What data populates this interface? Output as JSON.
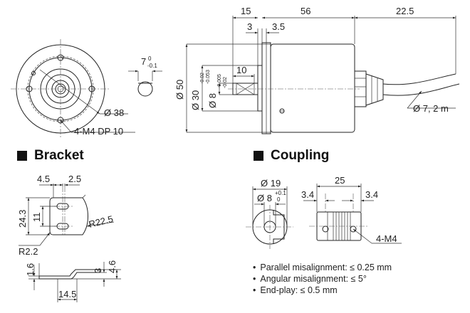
{
  "sections": {
    "bracket": "Bracket",
    "coupling": "Coupling"
  },
  "encoder_front": {
    "dia_38": "Ø 38",
    "mount_holes": "4-M4 DP 10"
  },
  "shaft_end": {
    "dim_7": "7",
    "tol_upper": "0",
    "tol_lower": "-0.1"
  },
  "encoder_side": {
    "dim_15": "15",
    "dim_56": "56",
    "dim_22_5": "22.5",
    "dim_3": "3",
    "dim_3_5": "3.5",
    "dim_10": "10",
    "dia_50": "Ø 50",
    "dia_30": "Ø 30",
    "dia_30_tol_upper": "-0.02",
    "dia_30_tol_lower": "-0.053",
    "dia_8": "Ø 8",
    "dia_8_tol_upper": "-0.005",
    "dia_8_tol_lower": "-0.02",
    "cable_dia": "Ø 7, 2 m"
  },
  "bracket_drawing": {
    "dim_4_5": "4.5",
    "dim_2_5": "2.5",
    "dim_24_3": "24.3",
    "dim_11": "11",
    "r22_5": "R22.5",
    "r2_2": "R2.2",
    "dim_1_6": "1.6",
    "dim_3": "3",
    "dim_4_6": "4.6",
    "dim_14_5": "14.5"
  },
  "coupling_drawing": {
    "dia_19": "Ø 19",
    "dia_8": "Ø 8",
    "tol_upper": "+0.1",
    "tol_lower": "0",
    "dim_25": "25",
    "dim_3_4_left": "3.4",
    "dim_3_4_right": "3.4",
    "screws": "4-M4"
  },
  "specs": [
    "Parallel misalignment: ≤ 0.25 mm",
    "Angular misalignment: ≤ 5°",
    "End-play: ≤ 0.5 mm"
  ]
}
